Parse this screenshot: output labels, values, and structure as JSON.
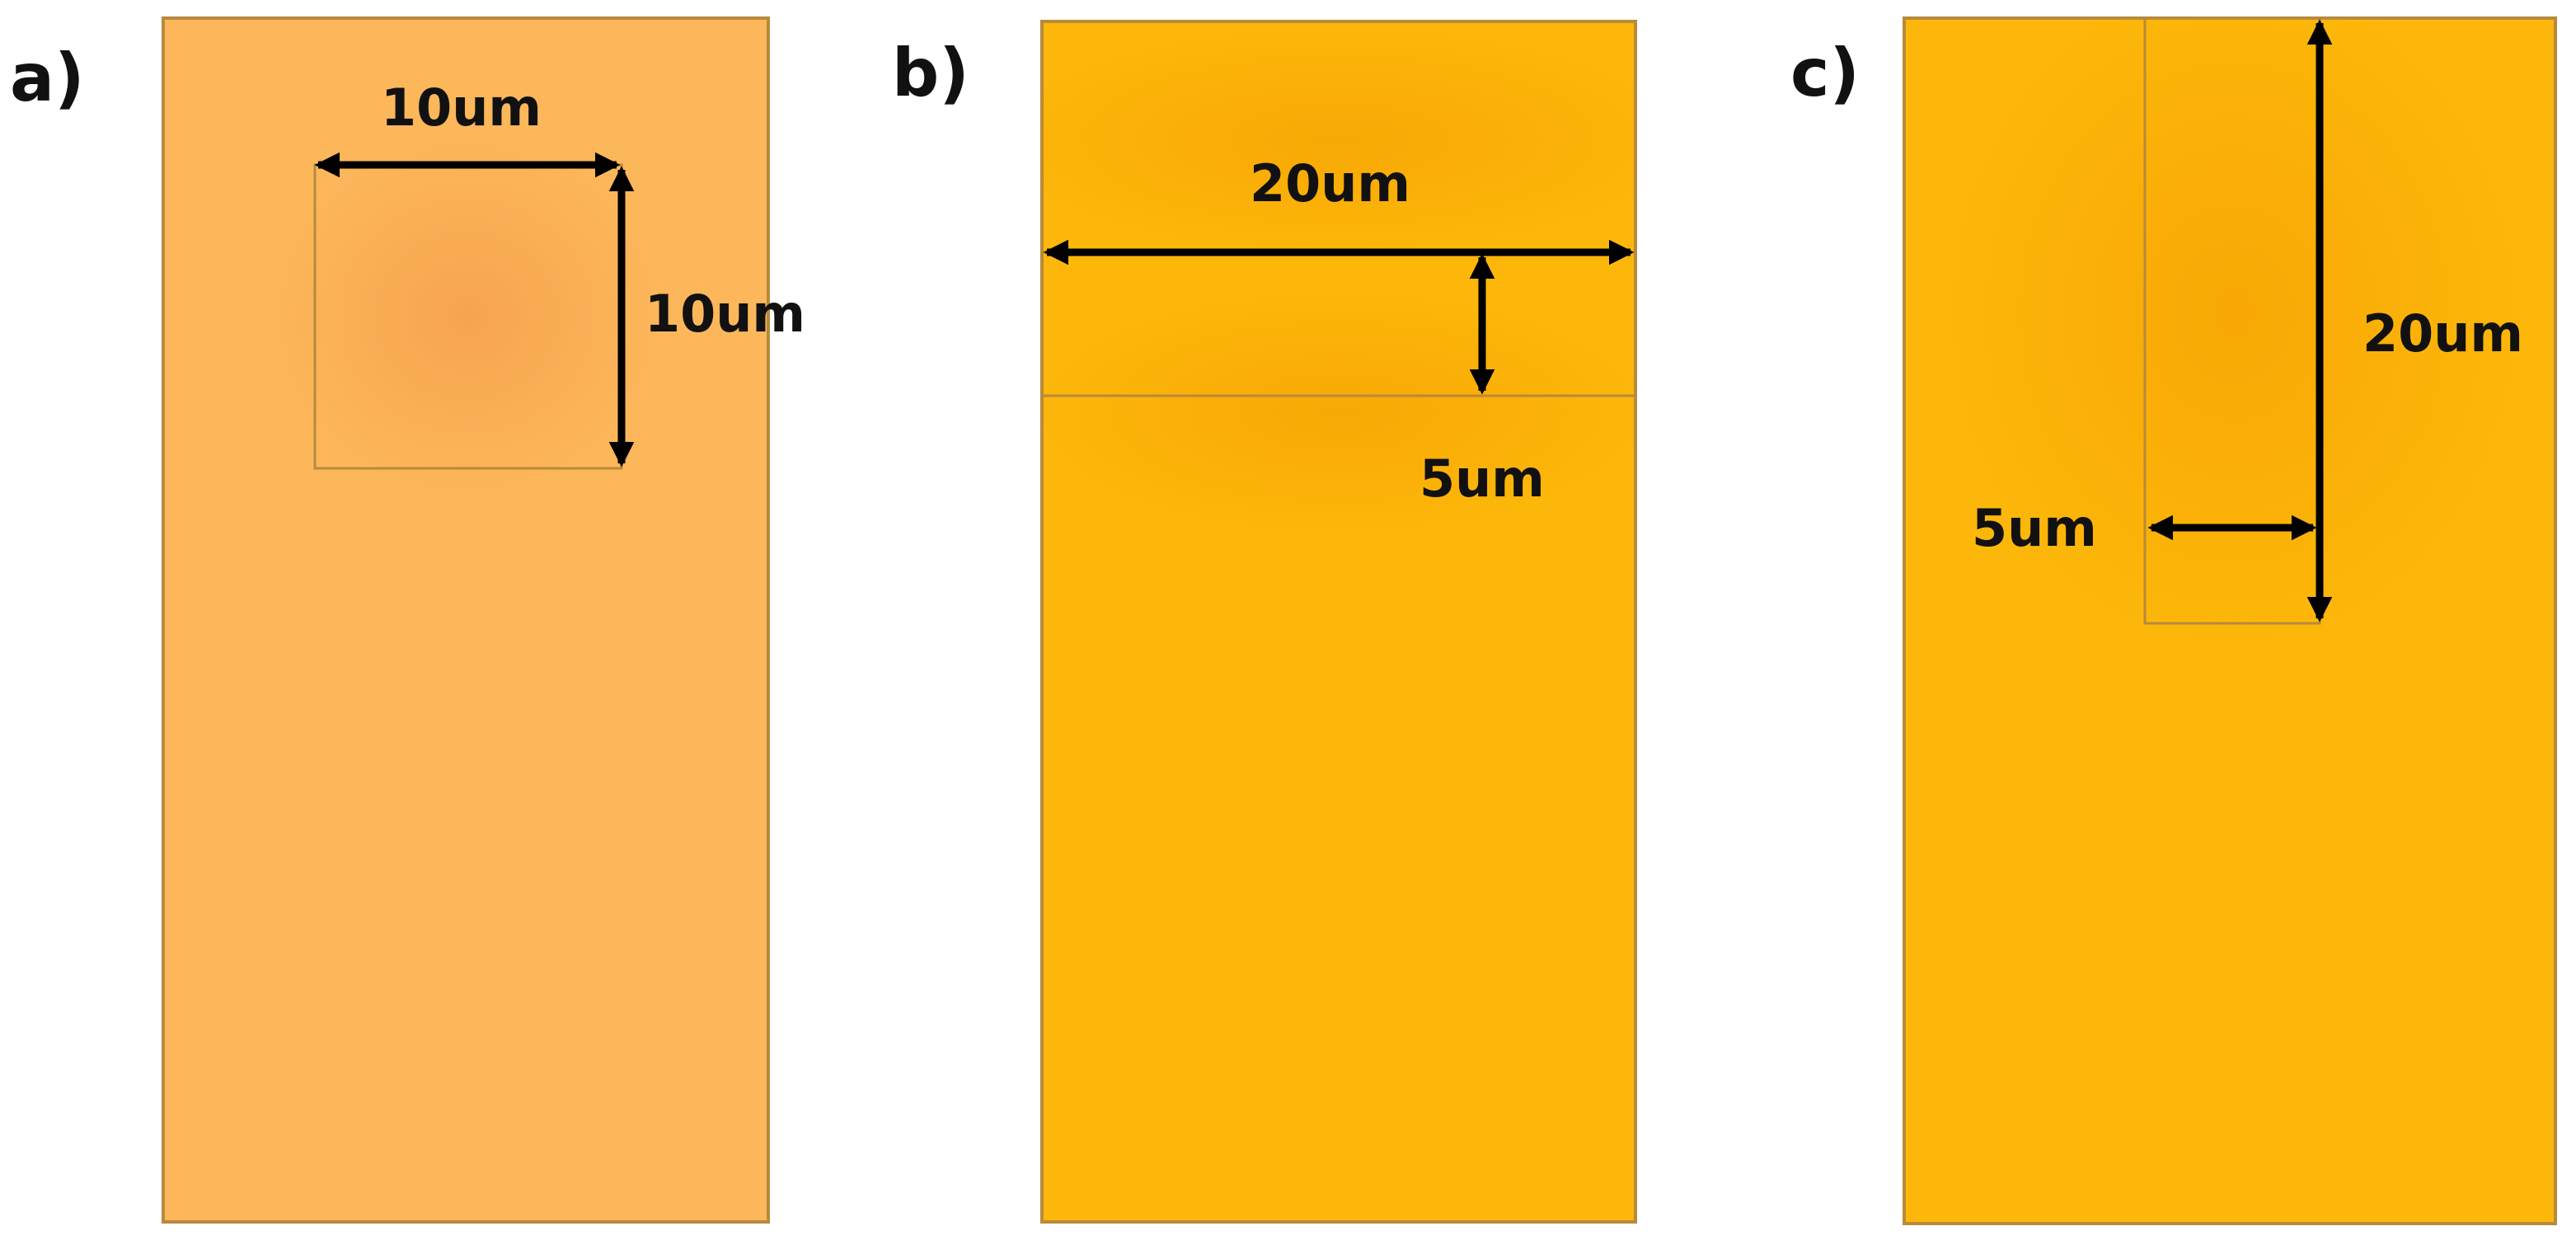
{
  "colors": {
    "panel_a_fill": "#fdb75b",
    "panel_a_glow": "#f29443",
    "panel_b_fill": "#fdb70a",
    "panel_b_glow": "#f39c00",
    "panel_c_fill": "#fdb70a",
    "panel_c_glow": "#f39c00",
    "outline": "#b78a3c",
    "arrow": "#000000"
  },
  "panels": [
    {
      "id": "a",
      "label": "a)",
      "feature": "square",
      "dimensions": {
        "width": "10um",
        "height": "10um"
      }
    },
    {
      "id": "b",
      "label": "b)",
      "feature": "horizontal-band",
      "dimensions": {
        "width": "20um",
        "height": "5um"
      }
    },
    {
      "id": "c",
      "label": "c)",
      "feature": "vertical-slot",
      "dimensions": {
        "width": "5um",
        "height": "20um"
      }
    }
  ]
}
